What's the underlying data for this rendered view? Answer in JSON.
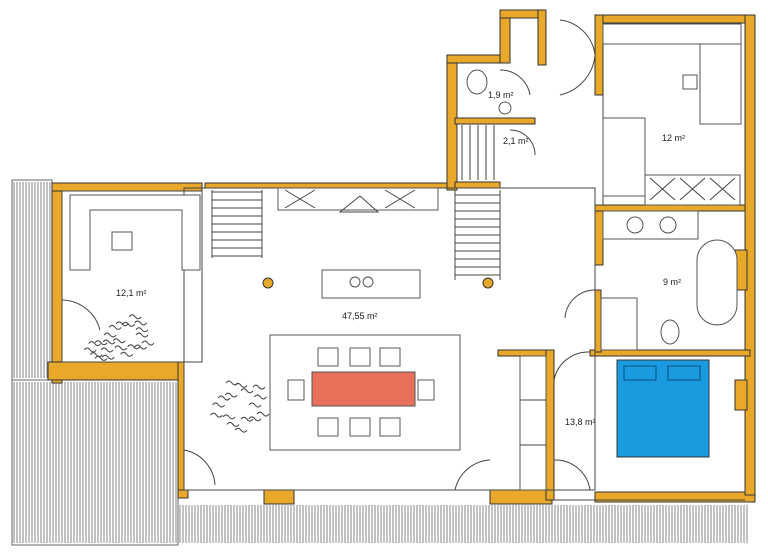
{
  "rooms": {
    "living": "47,55 m²",
    "study": "12,1 m²",
    "bath_top": "1,9 m²",
    "laundry": "2,1 m²",
    "bedroom_top": "12 m²",
    "bathroom": "9 m²",
    "bedroom_main": "13,8 m²"
  },
  "colors": {
    "wall": "#e8a92a",
    "dining_table": "#e8705a",
    "bed": "#1a9be0"
  }
}
